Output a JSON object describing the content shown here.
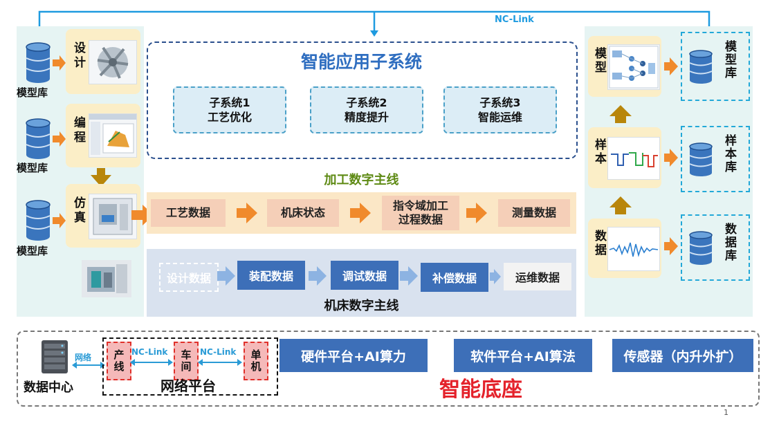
{
  "top_link_label": "NC-Link",
  "left_column": {
    "db_label": "模型库",
    "stages": [
      {
        "label": "设计",
        "thumb": "turbine-impeller-icon"
      },
      {
        "label": "编程",
        "thumb": "cam-software-icon"
      },
      {
        "label": "仿真",
        "thumb": "machine-sim-icon"
      }
    ]
  },
  "app_subsystem": {
    "title": "智能应用子系统",
    "subsystems": [
      {
        "line1": "子系统1",
        "line2": "工艺优化"
      },
      {
        "line1": "子系统2",
        "line2": "精度提升"
      },
      {
        "line1": "子系统3",
        "line2": "智能运维"
      }
    ]
  },
  "processing_thread": {
    "title": "加工数字主线",
    "steps": [
      {
        "text": "工艺数据"
      },
      {
        "text": "机床状态"
      },
      {
        "text": "指令域加工\n过程数据"
      },
      {
        "text": "测量数据"
      }
    ]
  },
  "machine_thread": {
    "title": "机床数字主线",
    "steps": [
      {
        "text": "设计数据",
        "style": "ghost"
      },
      {
        "text": "装配数据",
        "style": "blue"
      },
      {
        "text": "调试数据",
        "style": "blue"
      },
      {
        "text": "补偿数据",
        "style": "blue"
      },
      {
        "text": "运维数据",
        "style": "white"
      }
    ]
  },
  "right_column": {
    "rows": [
      {
        "label": "模型",
        "store": "模型库"
      },
      {
        "label": "样本",
        "store": "样本库"
      },
      {
        "label": "数据",
        "store": "数据库"
      }
    ]
  },
  "base": {
    "title": "智能底座",
    "data_center": "数据中心",
    "network_tag": "网络",
    "network_platform": "网络平台",
    "nodes": [
      "产线",
      "车间",
      "单机"
    ],
    "nc_link": "NC-Link",
    "platforms": [
      "硬件平台+AI算力",
      "软件平台+AI算法",
      "传感器（内升外扩）"
    ]
  },
  "page_number": "1",
  "colors": {
    "title_blue": "#2f6ec0",
    "thread_green": "#5e8a14",
    "base_red": "#e4222b",
    "arrow_orange": "#f08a2c",
    "arrow_gold": "#b8860b",
    "arrow_lightblue": "#8db3e2",
    "link_line": "#1e9be0"
  }
}
